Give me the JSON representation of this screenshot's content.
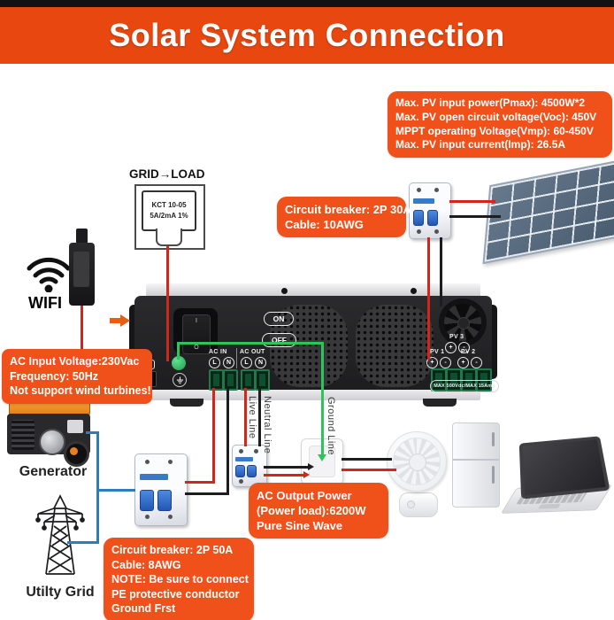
{
  "title": "Solar System Connection",
  "colors": {
    "banner": "#e8470f",
    "callout": "#f0511a",
    "wire_red": "#d3261b",
    "wire_black": "#1d1d1f",
    "wire_green": "#2cc558",
    "wire_blue": "#2e7cb8",
    "terminal_green": "#0d4f2e",
    "breaker_blue": "#2f6fd0"
  },
  "boxes": {
    "pv_specs": {
      "lines": [
        "Max. PV input power(Pmax): 4500W*2",
        "Max. PV open circuit voltage(Voc): 450V",
        "MPPT operating Voltage(Vmp): 60-450V",
        "Max. PV input current(Imp): 26.5A"
      ]
    },
    "pv_breaker": {
      "lines": [
        "Circuit breaker: 2P 30A",
        "Cable: 10AWG"
      ]
    },
    "ac_input": {
      "lines": [
        "AC Input Voltage:230Vac",
        "Frequency: 50Hz",
        "Not support wind turbines!"
      ]
    },
    "ac_breaker": {
      "lines": [
        "Circuit breaker: 2P 50A",
        "Cable: 8AWG",
        "NOTE: Be sure to connect",
        "PE protective conductor",
        "Ground Frst"
      ]
    },
    "ac_output": {
      "lines": [
        "AC Output Power",
        "(Power load):6200W",
        "Pure Sine Wave"
      ]
    }
  },
  "grid_load": {
    "label": "GRID→LOAD",
    "device_line1": "KCT 10-05",
    "device_line2": "5A/2mA 1%"
  },
  "labels": {
    "wifi": "WIFI",
    "generator": "Generator",
    "utility_grid": "Utilty Grid",
    "live_line": "Live Line",
    "neutral_line": "Neutral Line",
    "ground_line": "Ground Line"
  },
  "inverter": {
    "on": "ON",
    "off": "OFF",
    "ct": "CT",
    "rocker_on": "I",
    "rocker_off": "O",
    "ac_in": "AC IN",
    "ac_out": "AC OUT",
    "l": "L",
    "n": "N",
    "pv1": "PV 1",
    "pv2": "PV 2",
    "pv3": "PV 3",
    "plus": "+",
    "minus": "-",
    "badge": "MAX 500Vdc/MAX 15Amp"
  }
}
